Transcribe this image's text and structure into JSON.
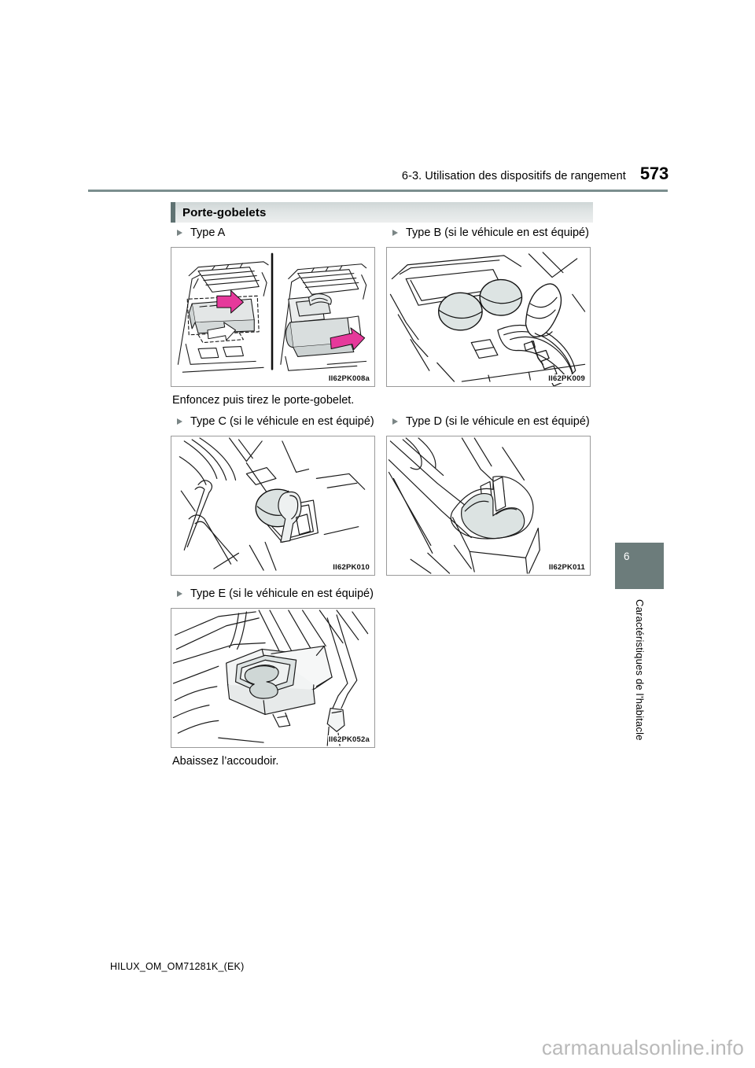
{
  "header": {
    "title": "6-3. Utilisation des dispositifs de rangement",
    "page_number": "573"
  },
  "section": {
    "title": "Porte-gobelets"
  },
  "items": [
    {
      "id": "type-a",
      "label": "Type A",
      "figure_code": "II62PK008a"
    },
    {
      "id": "type-b",
      "label": "Type B (si le véhicule en est équipé)",
      "figure_code": "II62PK009"
    },
    {
      "id": "type-c",
      "label": "Type C (si le véhicule en est équipé)",
      "figure_code": "II62PK010"
    },
    {
      "id": "type-d",
      "label": "Type D (si le véhicule en est équipé)",
      "figure_code": "II62PK011"
    },
    {
      "id": "type-e",
      "label": "Type E (si le véhicule en est équipé)",
      "figure_code": "II62PK052a"
    }
  ],
  "captions": {
    "after_ab": "Enfoncez puis tirez le porte-gobelet.",
    "after_e": "Abaissez l’accoudoir."
  },
  "side_tab": {
    "number": "6",
    "label": "Caractéristiques de l’habitacle"
  },
  "footer": {
    "document_code": "HILUX_OM_OM71281K_(EK)",
    "watermark": "carmanualsonline.info"
  },
  "colors": {
    "rule": "#7b8e8e",
    "section_accent": "#5f7272",
    "side_tab_bg": "#6c7c7b",
    "arrow_magenta": "#e6399b",
    "shade_gray": "#dfe5e4"
  }
}
